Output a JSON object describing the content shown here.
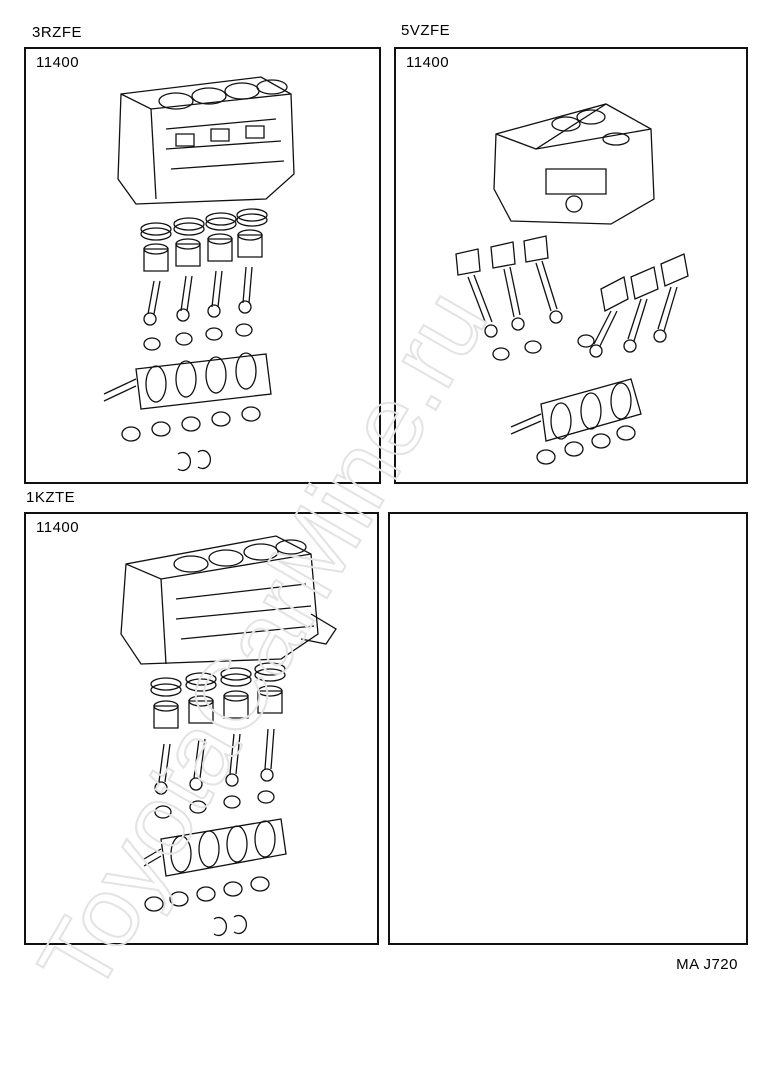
{
  "watermark": "ToyotaCarMine.ru",
  "panels": [
    {
      "engine": "3RZFE",
      "part_number": "11400"
    },
    {
      "engine": "5VZFE",
      "part_number": "11400"
    },
    {
      "engine": "1KZTE",
      "part_number": "11400"
    },
    {
      "engine": "",
      "part_number": ""
    }
  ],
  "footer_code": "MA J720"
}
